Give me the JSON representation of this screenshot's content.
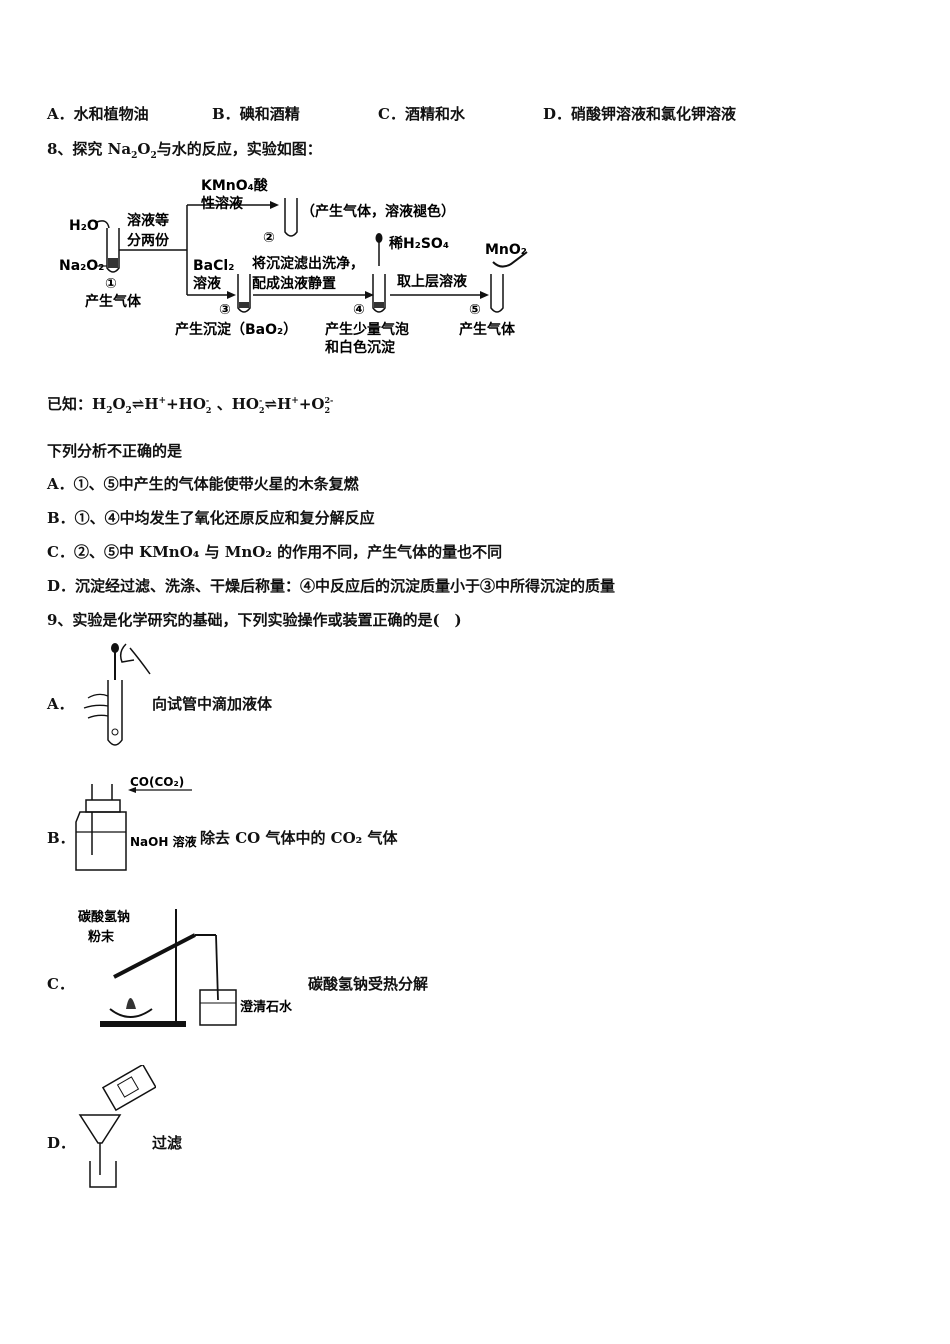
{
  "q7_options": [
    {
      "key": "A．",
      "text": "水和植物油"
    },
    {
      "key": "B．",
      "text": "碘和酒精"
    },
    {
      "key": "C．",
      "text": "酒精和水"
    },
    {
      "key": "D．",
      "text": "硝酸钾溶液和氯化钾溶液"
    }
  ],
  "q8": {
    "stem_prefix": "8、探究 Na",
    "stem_mid": "O",
    "stem_suffix": "与水的反应，实验如图：",
    "diagram": {
      "h2o": "H₂O",
      "na2o2": "Na₂O₂",
      "split": [
        "溶液等",
        "分两份"
      ],
      "kmno4": [
        "KMnO₄酸",
        "性溶液"
      ],
      "t2_note": "（产生气体，溶液褪色）",
      "bacl2": [
        "BaCl₂",
        "溶液"
      ],
      "filter": [
        "将沉淀滤出洗净，",
        "配成浊液静置"
      ],
      "h2so4": "稀H₂SO₄",
      "upper": "取上层溶液",
      "mno2": "MnO₂",
      "n1": "①",
      "n2": "②",
      "n3": "③",
      "n4": "④",
      "n5": "⑤",
      "cap1": "产生气体",
      "cap3": "产生沉淀（BaO₂）",
      "cap4": [
        "产生少量气泡",
        "和白色沉淀"
      ],
      "cap5": "产生气体"
    },
    "known_prefix": "已知：H",
    "known_eq1": "⇌H",
    "known_plus1": "+",
    "known_ho1": "+HO",
    "known_charge1": "-",
    "known_sub1": "2",
    "known_sep": "、HO",
    "known_charge2": "-",
    "known_sub2": "2",
    "known_eq2": "⇌H",
    "known_plus2": "+",
    "known_o": "+O",
    "known_charge3": "2-",
    "known_sub3": "2",
    "question": "下列分析不正确的是",
    "options": [
      "A．①、⑤中产生的气体能使带火星的木条复燃",
      "B．①、④中均发生了氧化还原反应和复分解反应",
      "C．②、⑤中 KMnO₄ 与 MnO₂ 的作用不同，产生气体的量也不同",
      "D．沉淀经过滤、洗涤、干燥后称量：④中反应后的沉淀质量小于③中所得沉淀的质量"
    ]
  },
  "q9": {
    "stem": "9、实验是化学研究的基础，下列实验操作或装置正确的是(　)",
    "options": [
      {
        "key": "A．",
        "text": "向试管中滴加液体"
      },
      {
        "key": "B．",
        "text": "除去 CO 气体中的 CO₂ 气体",
        "fig_labels": [
          "CO(CO₂)",
          "NaOH 溶液"
        ]
      },
      {
        "key": "C．",
        "text": "碳酸氢钠受热分解",
        "fig_labels": [
          "碳酸氢钠",
          "粉末",
          "澄清石水"
        ]
      },
      {
        "key": "D．",
        "text": "过滤"
      }
    ]
  }
}
